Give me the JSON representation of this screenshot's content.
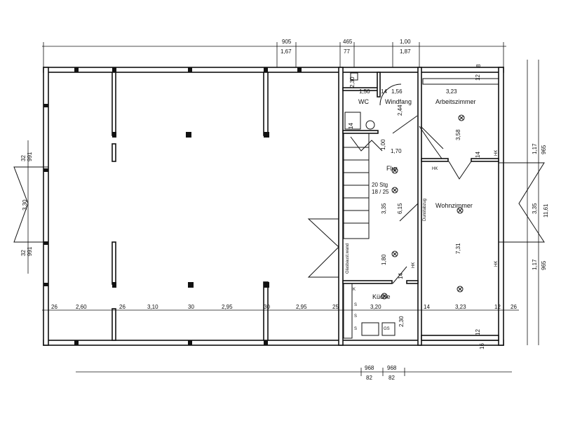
{
  "rooms": {
    "wc": "WC",
    "windfang": "Windfang",
    "arbeitszimmer": "Arbeitszimmer",
    "flur": "Flur",
    "wohnzimmer": "Wohnzimmer",
    "kueche": "Küche"
  },
  "stair": {
    "steps": "20 Stg",
    "ratio": "18 / 25"
  },
  "labels": {
    "dunstabzug": "Dunstabzug",
    "glasbaustein": "Glasbaust.wand",
    "hk": "HK",
    "k": "K",
    "s": "S",
    "gs": "GS"
  },
  "dims_top": {
    "a_top": "905",
    "a_bot": "1,67",
    "b_top": "465",
    "b_bot": "77",
    "c_top": "1,00",
    "c_bot": "1,87"
  },
  "dims_bottom_row": [
    "26",
    "2,60",
    "26",
    "3,10",
    "30",
    "2,95",
    "30",
    "2,95",
    "25",
    "3,20",
    "14",
    "3,23",
    "12",
    "26"
  ],
  "dims_right": {
    "d1": "1,17",
    "d1b": "965",
    "d2": "3,35",
    "total": "11,61",
    "d3": "1,17",
    "d3b": "965"
  },
  "dims_left": {
    "a": "32",
    "ab": "991",
    "b": "3,30",
    "c": "32",
    "cb": "991"
  },
  "dims_interior": {
    "wc_w": "1,50",
    "wc_h": "2,30",
    "wc_14": "14",
    "wf_w": "1,56",
    "wf_h": "2,44",
    "az_w": "3,23",
    "az_h": "3,58",
    "az_12": "12",
    "az_14": "14",
    "flur_w": "1,70",
    "flur_100": "1,00",
    "flur_h1": "3,35",
    "flur_h2": "6,15",
    "flur_h3": "1,80",
    "flur_14": "14",
    "flur_14b": "14",
    "wz_h": "7,31",
    "k_h": "2,30",
    "bot_12": "12",
    "bot_16": "16",
    "top_8": "8",
    "top_12": "12"
  },
  "dims_bottom_ext": {
    "a_top": "968",
    "a_bot": "82",
    "b_top": "968",
    "b_bot": "82"
  }
}
